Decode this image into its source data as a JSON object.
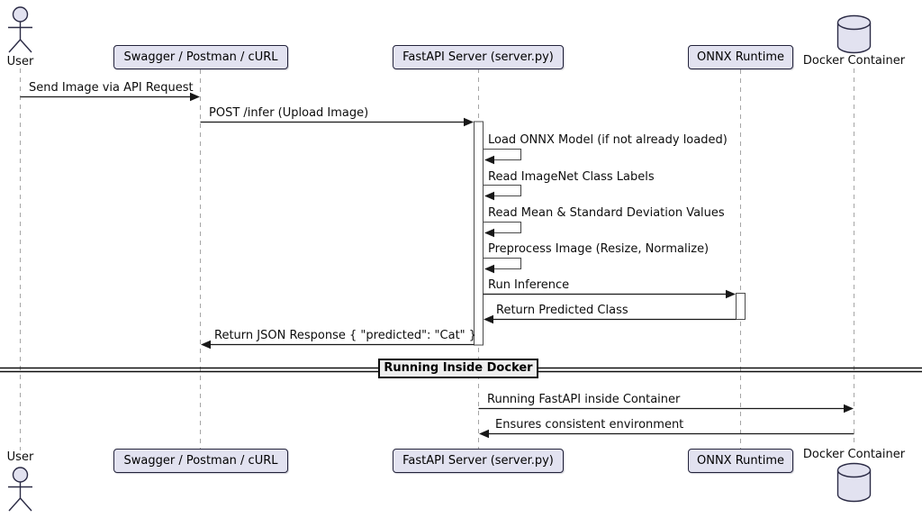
{
  "diagram": {
    "type": "uml-sequence",
    "participants": [
      {
        "id": "user",
        "label": "User",
        "kind": "actor"
      },
      {
        "id": "swagger",
        "label": "Swagger / Postman / cURL",
        "kind": "participant"
      },
      {
        "id": "fastapi",
        "label": "FastAPI Server (server.py)",
        "kind": "participant"
      },
      {
        "id": "onnx",
        "label": "ONNX Runtime",
        "kind": "participant"
      },
      {
        "id": "docker",
        "label": "Docker Container",
        "kind": "database"
      }
    ],
    "messages": [
      {
        "from": "user",
        "to": "swagger",
        "label": "Send Image via API Request"
      },
      {
        "from": "swagger",
        "to": "fastapi",
        "label": "POST /infer (Upload Image)"
      },
      {
        "from": "fastapi",
        "to": "fastapi",
        "label": "Load ONNX Model (if not already loaded)"
      },
      {
        "from": "fastapi",
        "to": "fastapi",
        "label": "Read ImageNet Class Labels"
      },
      {
        "from": "fastapi",
        "to": "fastapi",
        "label": "Read Mean & Standard Deviation Values"
      },
      {
        "from": "fastapi",
        "to": "fastapi",
        "label": "Preprocess Image (Resize, Normalize)"
      },
      {
        "from": "fastapi",
        "to": "onnx",
        "label": "Run Inference"
      },
      {
        "from": "onnx",
        "to": "fastapi",
        "label": "Return Predicted Class"
      },
      {
        "from": "fastapi",
        "to": "swagger",
        "label": "Return JSON Response { \"predicted\": \"Cat\" }"
      },
      {
        "from": "fastapi",
        "to": "docker",
        "label": "Running FastAPI inside Container"
      },
      {
        "from": "docker",
        "to": "fastapi",
        "label": "Ensures consistent environment"
      }
    ],
    "divider": {
      "label": "Running Inside Docker"
    },
    "colors": {
      "background": "#FFFFFF",
      "participant_fill": "#E2E2F0",
      "participant_border": "#23233B",
      "lifeline": "#A5A5A5",
      "arrow": "#181818",
      "divider_fill": "#EEEEEE",
      "divider_border": "#0D0D0D"
    }
  }
}
